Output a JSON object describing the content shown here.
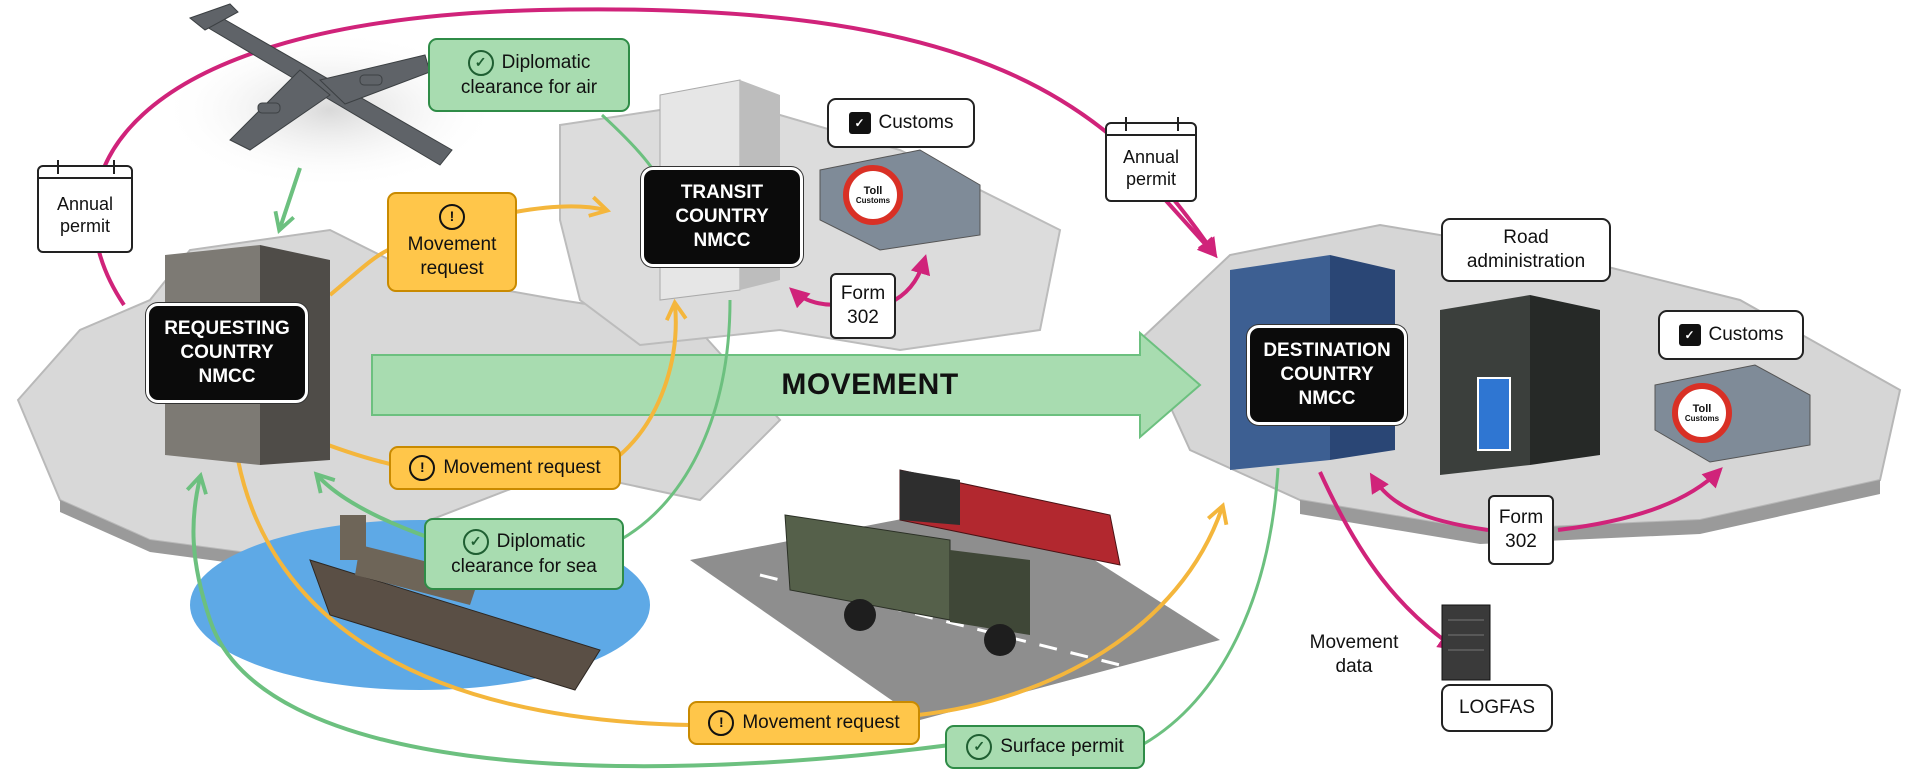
{
  "nodes": {
    "requesting": [
      "REQUESTING",
      "COUNTRY",
      "NMCC"
    ],
    "transit": [
      "TRANSIT",
      "COUNTRY",
      "NMCC"
    ],
    "destination": [
      "DESTINATION",
      "COUNTRY",
      "NMCC"
    ]
  },
  "movement_label": "MOVEMENT",
  "permits": {
    "annual_left": [
      "Annual",
      "permit"
    ],
    "annual_right": [
      "Annual",
      "permit"
    ]
  },
  "green_labels": {
    "clearance_air": [
      "Diplomatic",
      "clearance for air"
    ],
    "clearance_sea": [
      "Diplomatic",
      "clearance for sea"
    ],
    "surface_permit": "Surface permit"
  },
  "orange_labels": {
    "request_transit": [
      "Movement",
      "request"
    ],
    "request_mid": "Movement request",
    "request_bottom": "Movement request"
  },
  "customs": {
    "transit": "Customs",
    "destination": "Customs",
    "sign_top": "Toll",
    "sign_bottom": "Customs"
  },
  "forms": {
    "transit": [
      "Form",
      "302"
    ],
    "destination": [
      "Form",
      "302"
    ]
  },
  "road_admin": [
    "Road",
    "administration"
  ],
  "movement_data": [
    "Movement",
    "data"
  ],
  "logfas": "LOGFAS",
  "colors": {
    "magenta": "#d0237a",
    "green_arrow": "#6cc07f",
    "orange_arrow": "#f4b63c",
    "movement_arrow": "#a8dcb0",
    "node_bg": "#0b0b0b"
  },
  "icons": [
    "airplane-icon",
    "ship-icon",
    "truck-icon",
    "train-icon",
    "customs-officer-icon",
    "calendar-icon",
    "check-icon",
    "exclamation-icon",
    "server-icon",
    "motorway-sign-icon",
    "toll-sign-icon"
  ]
}
